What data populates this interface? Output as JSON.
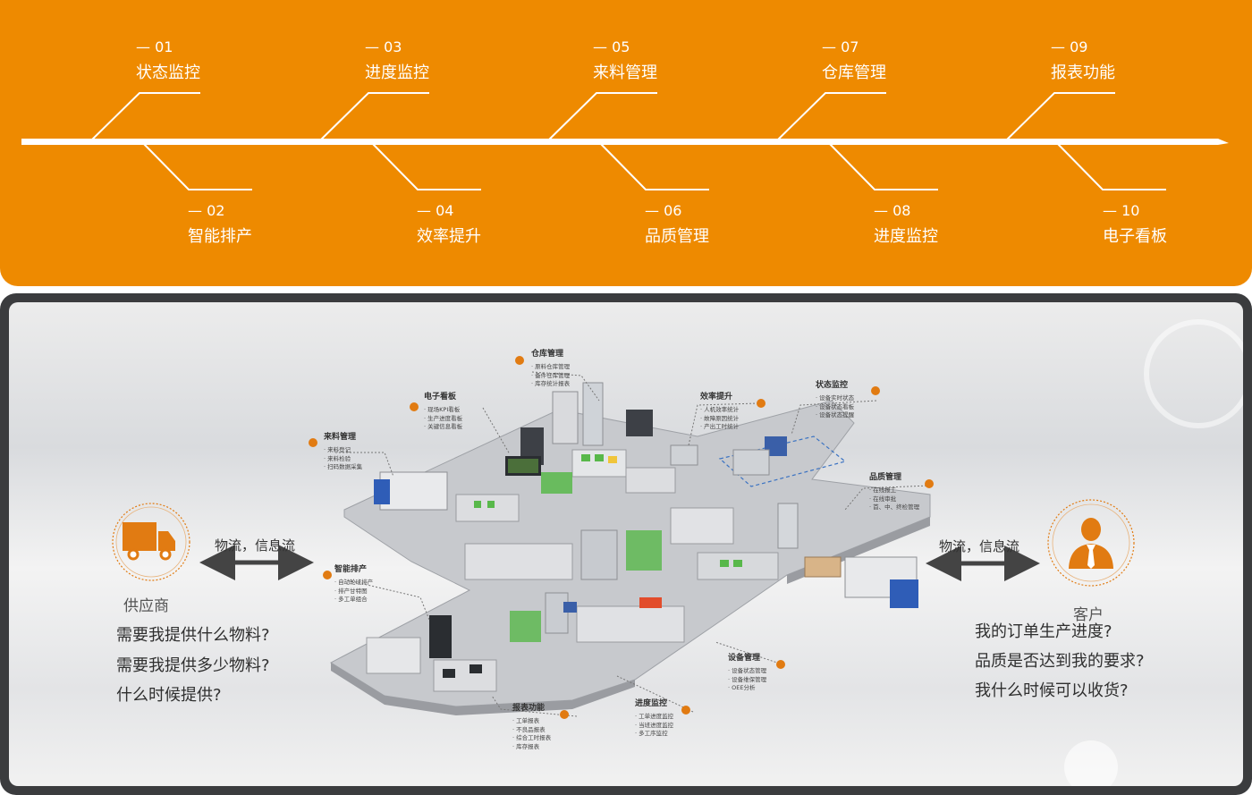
{
  "timeline": {
    "top": [
      {
        "num": "— 01",
        "label": "状态监控"
      },
      {
        "num": "— 03",
        "label": "进度监控"
      },
      {
        "num": "— 05",
        "label": "来料管理"
      },
      {
        "num": "— 07",
        "label": "仓库管理"
      },
      {
        "num": "— 09",
        "label": "报表功能"
      }
    ],
    "bottom": [
      {
        "num": "— 02",
        "label": "智能排产"
      },
      {
        "num": "— 04",
        "label": "效率提升"
      },
      {
        "num": "— 06",
        "label": "品质管理"
      },
      {
        "num": "— 08",
        "label": "进度监控"
      },
      {
        "num": "— 10",
        "label": "电子看板"
      }
    ],
    "color": "#ee8a00"
  },
  "supplier": {
    "icon": "truck-icon",
    "title": "供应商",
    "flow_label": "物流，信息流",
    "questions": [
      "需要我提供什么物料?",
      "需要我提供多少物料?",
      "什么时候提供?"
    ]
  },
  "customer": {
    "icon": "person-icon",
    "title": "客户",
    "flow_label": "物流，信息流",
    "questions": [
      "我的订单生产进度?",
      "品质是否达到我的要求?",
      "我什么时候可以收货?"
    ]
  },
  "modules": {
    "warehouse": {
      "title": "仓库管理",
      "items": [
        "原料仓库管理",
        "备件仓库管理",
        "库存统计报表"
      ]
    },
    "kanban": {
      "title": "电子看板",
      "items": [
        "现场KPI看板",
        "生产进度看板",
        "关键信息看板"
      ]
    },
    "efficiency": {
      "title": "效率提升",
      "items": [
        "人机效率统计",
        "故障原因统计",
        "产出工时统计"
      ]
    },
    "status": {
      "title": "状态监控",
      "items": [
        "设备实时状态",
        "设备状态看板",
        "设备状态提醒"
      ]
    },
    "incoming": {
      "title": "来料管理",
      "items": [
        "来料登记",
        "来料检验",
        "扫码数据采集"
      ]
    },
    "quality": {
      "title": "品质管理",
      "items": [
        "在线报工",
        "在线审批",
        "首、中、终检管理"
      ]
    },
    "scheduling": {
      "title": "智能排产",
      "items": [
        "自动轮班排产",
        "排产甘特图",
        "多工单组合"
      ]
    },
    "equipment": {
      "title": "设备管理",
      "items": [
        "设备状态管理",
        "设备维保管理",
        "OEE分析"
      ]
    },
    "progress": {
      "title": "进度监控",
      "items": [
        "工单进度监控",
        "当班进度监控",
        "多工序监控"
      ]
    },
    "reports": {
      "title": "报表功能",
      "items": [
        "工单报表",
        "不良品报表",
        "综合工时报表",
        "库存报表"
      ]
    }
  },
  "accent": "#e17b12"
}
